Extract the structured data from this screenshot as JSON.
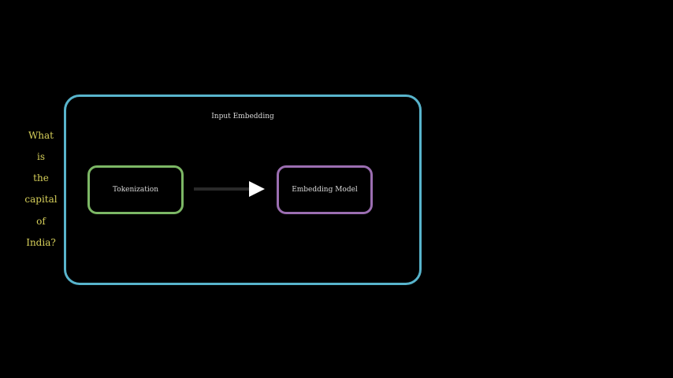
{
  "question_words": [
    "What",
    "is",
    "the",
    "capital",
    "of",
    "India?"
  ],
  "container": {
    "title": "Input Embedding"
  },
  "nodes": {
    "tokenization": "Tokenization",
    "embedding_model": "Embedding Model"
  },
  "colors": {
    "background": "#000000",
    "question_text": "#d7d05a",
    "container_border": "#58b4cc",
    "tokenization_border": "#7cb765",
    "embedding_model_border": "#9b6eb1",
    "arrow_head": "#ffffff",
    "arrow_shaft": "#2a2a2a"
  }
}
